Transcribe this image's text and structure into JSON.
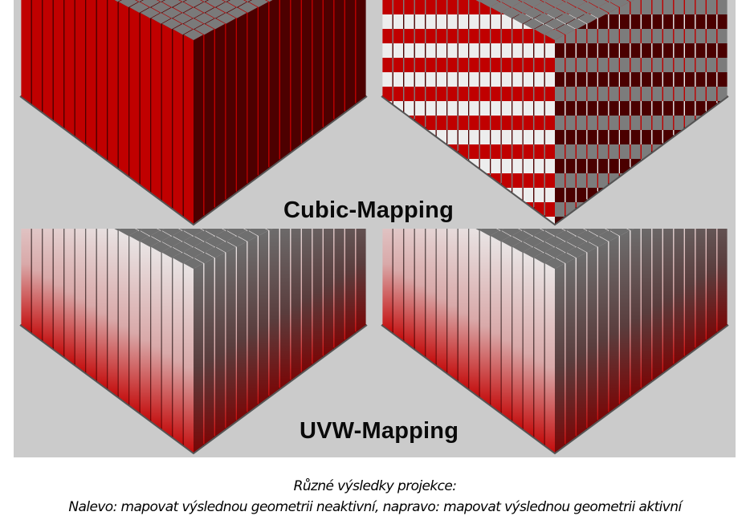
{
  "figure": {
    "background_color": "#cbcbcb",
    "panels": [
      {
        "id": "cubic-inactive",
        "row": "Cubic-Mapping",
        "side": "left",
        "style": "solid-red",
        "description": "Grid of red rectangular pillars with grey tops, map resulting geometry inactive"
      },
      {
        "id": "cubic-active",
        "row": "Cubic-Mapping",
        "side": "right",
        "style": "checker",
        "description": "Grid of pillars with red/white/grey checker texture, map resulting geometry active"
      },
      {
        "id": "uvw-inactive",
        "row": "UVW-Mapping",
        "side": "left",
        "style": "gradient",
        "description": "Grid of pillars with white-to-red vertical gradient, map resulting geometry inactive"
      },
      {
        "id": "uvw-active",
        "row": "UVW-Mapping",
        "side": "right",
        "style": "gradient",
        "description": "Grid of pillars with white-to-red vertical gradient, map resulting geometry active"
      }
    ],
    "labels": {
      "cubic": "Cubic-Mapping",
      "uvw": "UVW-Mapping"
    },
    "colors": {
      "red_face": "#c00000",
      "dark_face": "#4d0000",
      "top_face": "#7a7a7a",
      "white": "#efefef"
    }
  },
  "caption": {
    "line1": "Různé výsledky projekce:",
    "line2": "Nalevo: mapovat výslednou geometrii neaktivní, napravo: mapovat výslednou geometrii aktivní"
  }
}
